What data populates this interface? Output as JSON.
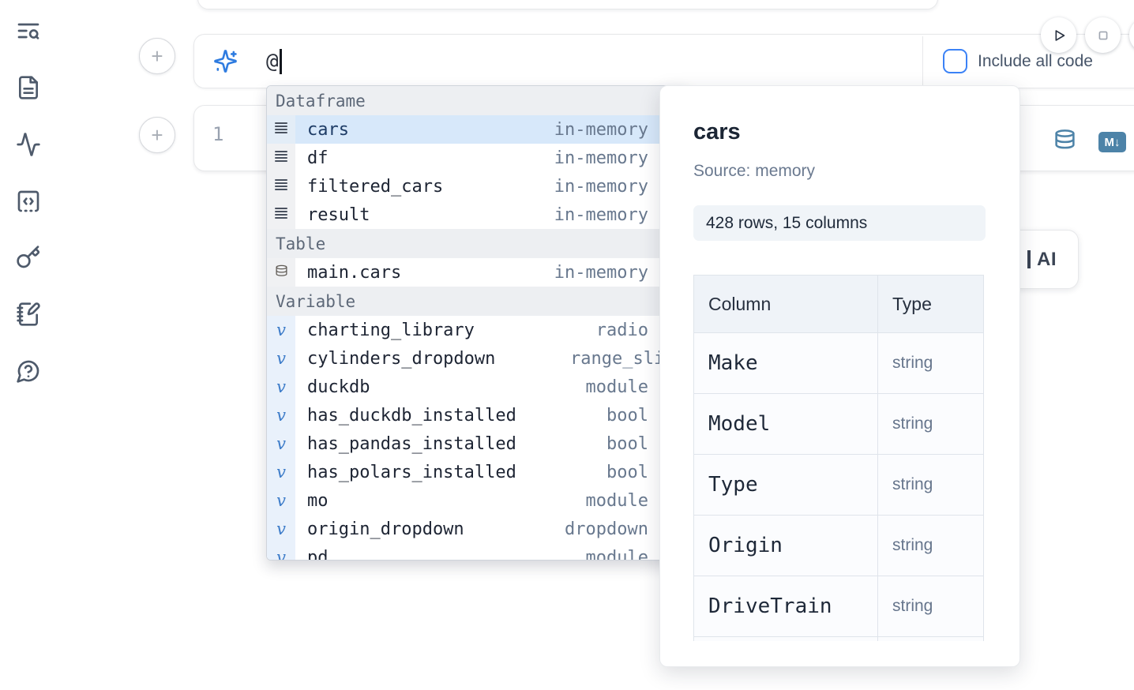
{
  "sidebar": {
    "icons": [
      {
        "name": "list-search-icon"
      },
      {
        "name": "file-text-icon"
      },
      {
        "name": "activity-icon"
      },
      {
        "name": "code-square-icon"
      },
      {
        "name": "key-icon"
      },
      {
        "name": "notebook-pen-icon"
      },
      {
        "name": "help-chat-icon"
      }
    ]
  },
  "ai_prompt": {
    "value": "@",
    "include_all_code_label": "Include all code"
  },
  "cell": {
    "line_number": "1"
  },
  "ai_button": {
    "label": "AI"
  },
  "autocomplete": {
    "sections": [
      {
        "label": "Dataframe",
        "kind": "dataframe",
        "items": [
          {
            "name": "cars",
            "detail": "in-memory",
            "selected": true
          },
          {
            "name": "df",
            "detail": "in-memory"
          },
          {
            "name": "filtered_cars",
            "detail": "in-memory"
          },
          {
            "name": "result",
            "detail": "in-memory"
          }
        ]
      },
      {
        "label": "Table",
        "kind": "table",
        "items": [
          {
            "name": "main.cars",
            "detail": "in-memory"
          }
        ]
      },
      {
        "label": "Variable",
        "kind": "variable",
        "items": [
          {
            "name": "charting_library",
            "detail": "radio"
          },
          {
            "name": "cylinders_dropdown",
            "detail": "range_slider",
            "clip": "right"
          },
          {
            "name": "duckdb",
            "detail": "module"
          },
          {
            "name": "has_duckdb_installed",
            "detail": "bool"
          },
          {
            "name": "has_pandas_installed",
            "detail": "bool"
          },
          {
            "name": "has_polars_installed",
            "detail": "bool"
          },
          {
            "name": "mo",
            "detail": "module"
          },
          {
            "name": "origin_dropdown",
            "detail": "dropdown"
          },
          {
            "name": "pd",
            "detail": "module",
            "clip": "bottom"
          }
        ]
      }
    ]
  },
  "preview": {
    "title": "cars",
    "source": "Source: memory",
    "shape": "428 rows, 15 columns",
    "table": {
      "headers": [
        "Column",
        "Type"
      ],
      "rows": [
        [
          "Make",
          "string"
        ],
        [
          "Model",
          "string"
        ],
        [
          "Type",
          "string"
        ],
        [
          "Origin",
          "string"
        ],
        [
          "DriveTrain",
          "string"
        ],
        [
          "",
          ""
        ]
      ]
    }
  },
  "colors": {
    "accent_blue": "#3b82f6",
    "steel_blue": "#4d83a8",
    "selected_row": "#d7e8fa",
    "section_header_bg": "#edeff2",
    "pill_bg": "#f0f4f8",
    "icon_slate": "#4e5a6b"
  }
}
